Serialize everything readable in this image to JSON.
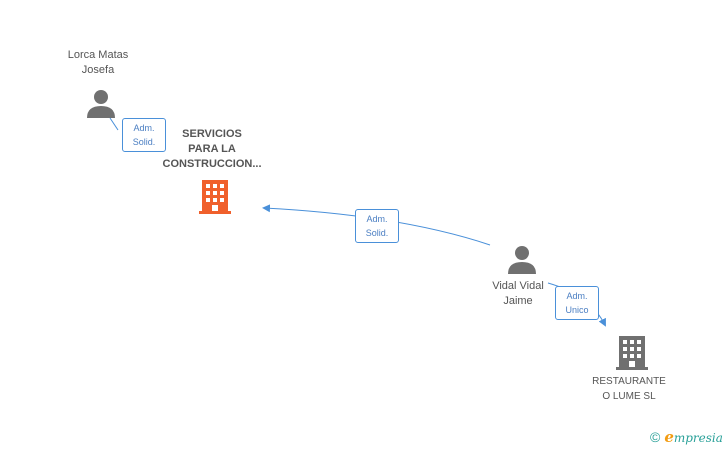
{
  "nodes": {
    "person_lorca": {
      "name_line1": "Lorca Matas",
      "name_line2": "Josefa"
    },
    "person_vidal": {
      "name_line1": "Vidal Vidal",
      "name_line2": "Jaime"
    },
    "company_servicios": {
      "name_line1": "SERVICIOS",
      "name_line2": "PARA LA",
      "name_line3": "CONSTRUCCION...",
      "color": "#f0602c"
    },
    "company_restaurante": {
      "name_line1": "RESTAURANTE",
      "name_line2": "O LUME SL",
      "color": "#707070"
    }
  },
  "edges": [
    {
      "role_line1": "Adm.",
      "role_line2": "Solid."
    },
    {
      "role_line1": "Adm.",
      "role_line2": "Solid."
    },
    {
      "role_line1": "Adm.",
      "role_line2": "Unico"
    }
  ],
  "brand": {
    "copyright": "©",
    "e": "e",
    "rest": "mpresia"
  },
  "colors": {
    "edge": "#4a90d9",
    "person_icon": "#707070"
  }
}
